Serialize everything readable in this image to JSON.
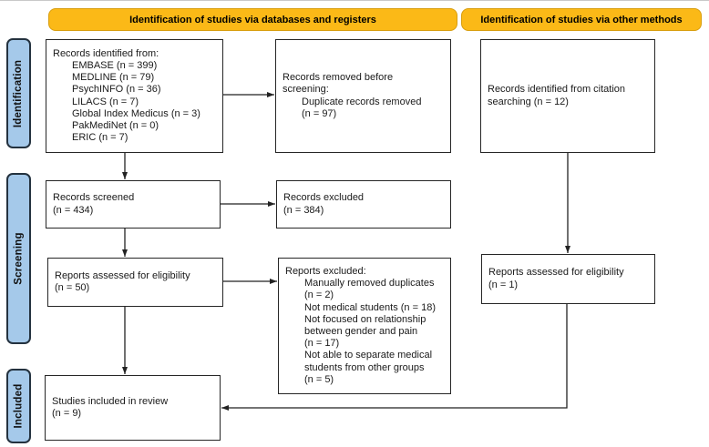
{
  "headers": {
    "databases": "Identification of studies via databases and registers",
    "other_methods": "Identification of studies via other methods"
  },
  "sidebar": {
    "identification": "Identification",
    "screening": "Screening",
    "included": "Included"
  },
  "boxes": {
    "records_identified": {
      "lines": [
        "Records identified from:",
        "EMBASE (n = 399)",
        "MEDLINE (n = 79)",
        "PsychINFO (n = 36)",
        "LILACS (n = 7)",
        "Global Index Medicus (n = 3)",
        "PakMediNet (n = 0)",
        "ERIC (n = 7)"
      ]
    },
    "records_removed": {
      "lines": [
        "Records removed before",
        "screening:",
        "Duplicate records removed",
        "(n = 97)"
      ]
    },
    "citation_search": {
      "lines": [
        "Records identified from citation",
        "searching (n = 12)"
      ]
    },
    "records_screened": {
      "lines": [
        "Records screened",
        "(n = 434)"
      ]
    },
    "records_excluded": {
      "lines": [
        "Records excluded",
        "(n = 384)"
      ]
    },
    "reports_assessed_db": {
      "lines": [
        "Reports assessed for eligibility",
        "(n = 50)"
      ]
    },
    "reports_excluded": {
      "lines": [
        "Reports excluded:",
        "Manually removed duplicates",
        "(n = 2)",
        "Not medical students (n = 18)",
        "Not focused on relationship",
        "between gender and pain",
        "(n = 17)",
        "Not able to separate medical",
        "students from other groups",
        "(n = 5)"
      ]
    },
    "reports_assessed_other": {
      "lines": [
        "Reports assessed for eligibility",
        "(n = 1)"
      ]
    },
    "studies_included": {
      "lines": [
        "Studies included in review",
        "(n = 9)"
      ]
    }
  },
  "colors": {
    "header_fill": "#FBB917",
    "header_border": "#D89E0F",
    "stage_fill": "#A5C9EA",
    "stage_border": "#24323F",
    "box_border": "#262626",
    "arrow": "#222222"
  }
}
